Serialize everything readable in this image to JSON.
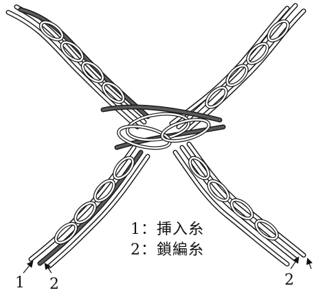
{
  "legend": {
    "line1": "1：挿入糸",
    "line2": "2：鎖編糸"
  },
  "labels": {
    "bottom_left_1": "1",
    "bottom_left_2": "2",
    "bottom_right_2": "2"
  },
  "colors": {
    "inserted_yarn": "#5a5a5a",
    "chain_yarn": "#ffffff",
    "outline": "#1a1a1a"
  }
}
